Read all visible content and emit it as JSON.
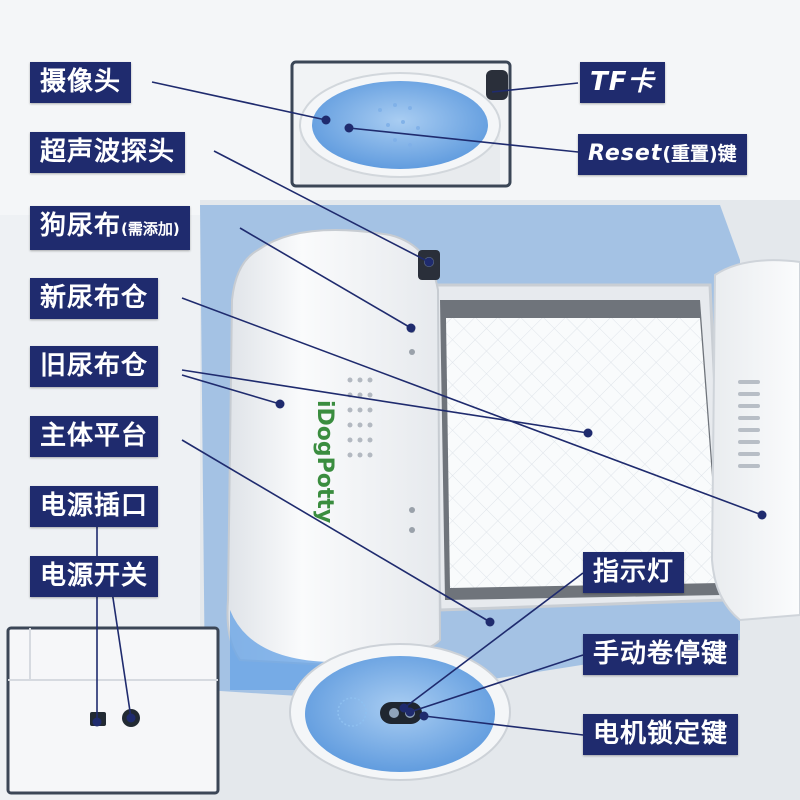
{
  "brand_text": "iDogPotty",
  "colors": {
    "label_bg": "#1f2b6e",
    "label_text": "#ffffff",
    "accent_blue": "#6aa5e6",
    "body_white": "#f7f8f9",
    "pad_gray": "#7b7f86"
  },
  "labels": {
    "camera": "摄像头",
    "ultrasonic_probe": "超声波探头",
    "dog_pad": "狗尿布",
    "dog_pad_note": "(需添加)",
    "new_pad_bin": "新尿布仓",
    "old_pad_bin": "旧尿布仓",
    "main_platform": "主体平台",
    "power_socket": "电源插口",
    "power_switch": "电源开关",
    "tf_card": "TF卡",
    "reset_key": "Reset",
    "reset_key_note": "(重置)键",
    "indicator_light": "指示灯",
    "manual_stop_key": "手动卷停键",
    "motor_lock_key": "电机锁定键"
  }
}
